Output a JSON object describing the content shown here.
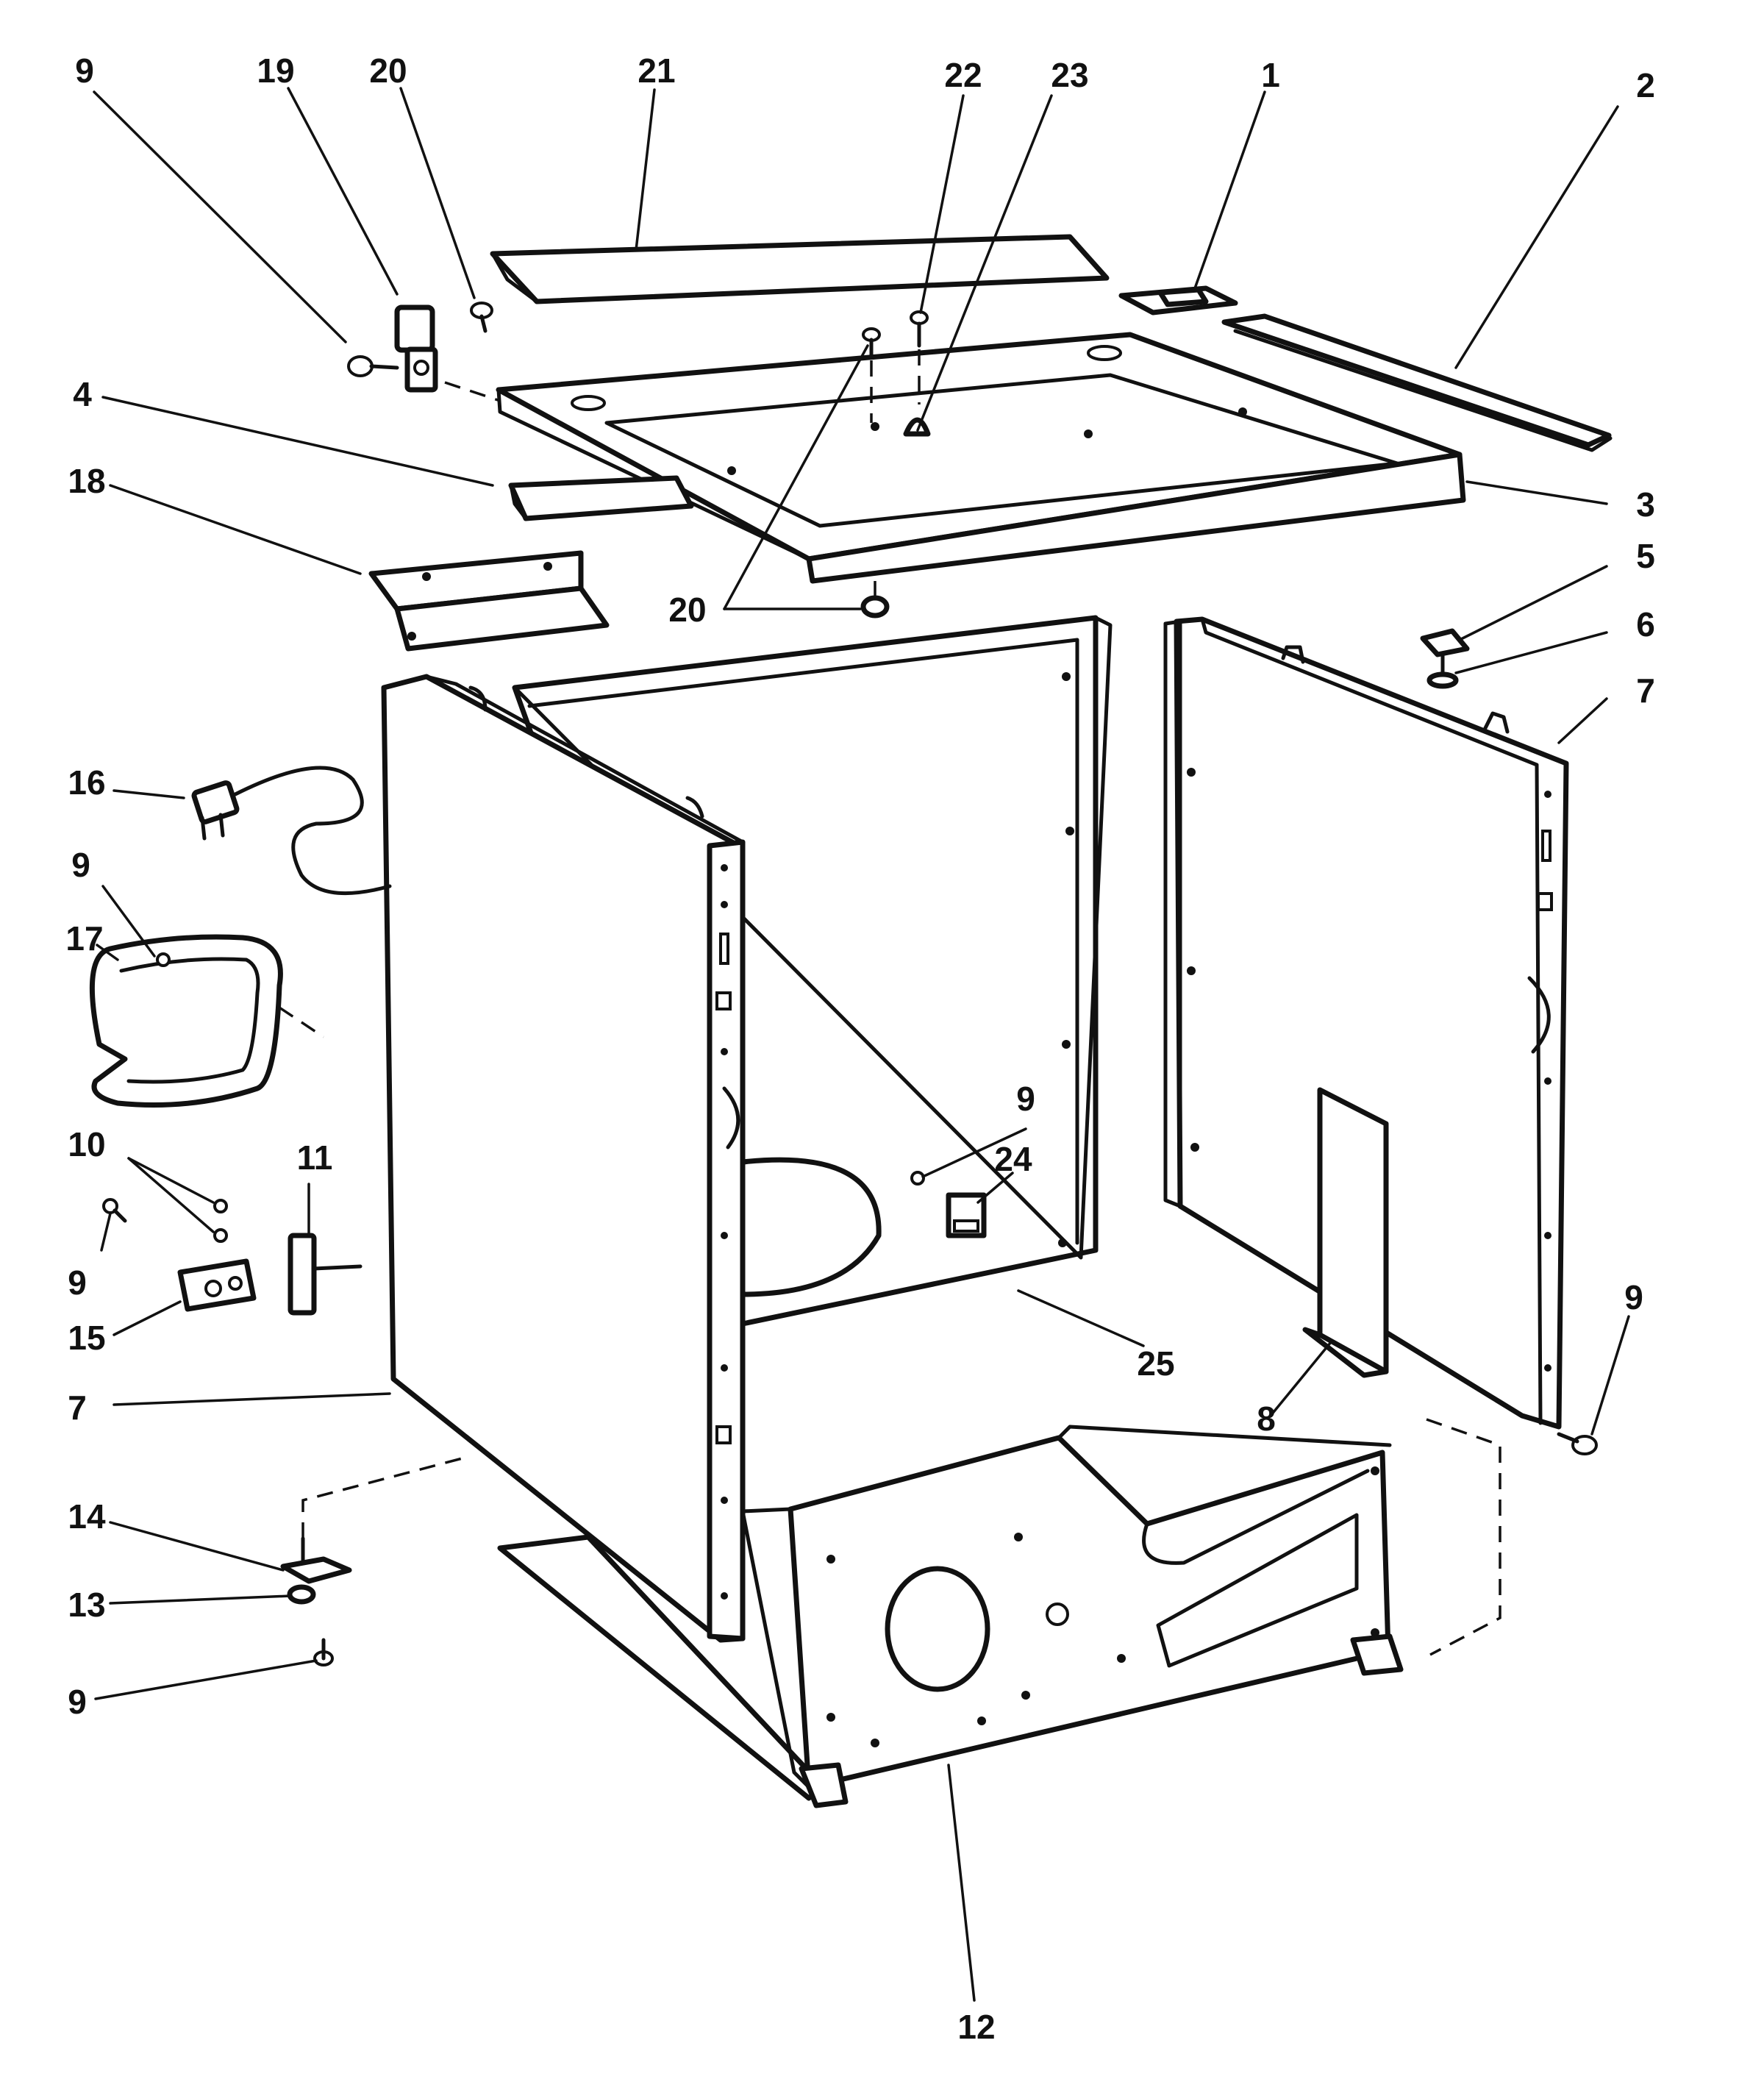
{
  "callouts": {
    "c1": "1",
    "c2": "2",
    "c3": "3",
    "c4": "4",
    "c5": "5",
    "c6": "6",
    "c7a": "7",
    "c7b": "7",
    "c8": "8",
    "c9a": "9",
    "c9b": "9",
    "c9c": "9",
    "c9d": "9",
    "c9e": "9",
    "c9f": "9",
    "c10": "10",
    "c11": "11",
    "c12": "12",
    "c13": "13",
    "c14": "14",
    "c15": "15",
    "c16": "16",
    "c17": "17",
    "c18": "18",
    "c19": "19",
    "c20a": "20",
    "c20b": "20",
    "c21": "21",
    "c22": "22",
    "c23": "23",
    "c24": "24",
    "c25": "25"
  }
}
